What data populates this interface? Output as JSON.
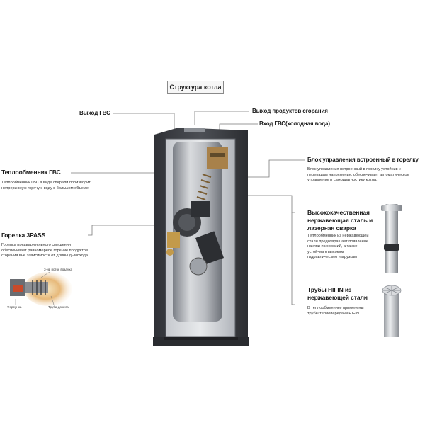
{
  "title": "Структура котла",
  "labels": {
    "hot_water_out": "Выход ГВС",
    "flue_out": "Выход продуктов сгорания",
    "cold_water_in": "Вход ГВС(холодная вода)",
    "heat_exchanger": "Теплообменник ГВС",
    "heat_exchanger_desc": "Теплообменник ГВС в виде спирали производит непрерывную горячую воду в большом объеме",
    "control_unit": "Блок управления встроенный в горелку",
    "control_unit_desc": "Блок управления встроенный в горелку устойчив к перепадам напряжения, обеспечивает автоматическое управление и самодиагностику котла.",
    "burner": "Горелка 3PASS",
    "burner_desc": "Горелка предварительного смешения обеспечивает равномерное горение продуктов сгорания вне зависимости от длины дымохода",
    "steel": "Высококачественная нержавеющая сталь и лазерная сварка",
    "steel_line1": "Высококачественная",
    "steel_line2": "нержавеющая сталь и",
    "steel_line3": "лазерная сварка",
    "steel_desc": "Теплообменник из нержавеющей стали предотвращает появление накипи и коррозий, а также устойчив к высоким гидравлическим нагрузкам",
    "hifin": "Трубы HIFIN из нержавеющей стали",
    "hifin_line1": "Трубы HIFIN из",
    "hifin_line2": "нержавеющей стали",
    "hifin_desc": "В теплообменнике применены трубы теплопередачи HIFIN",
    "burner_nozzle": "Форсунка",
    "burner_tube": "Труба дожига",
    "burner_flow": "3-ий поток воздуха"
  },
  "colors": {
    "housing": "#3d3f44",
    "inner": "#9a9ea5",
    "line": "#6b6b6b"
  }
}
